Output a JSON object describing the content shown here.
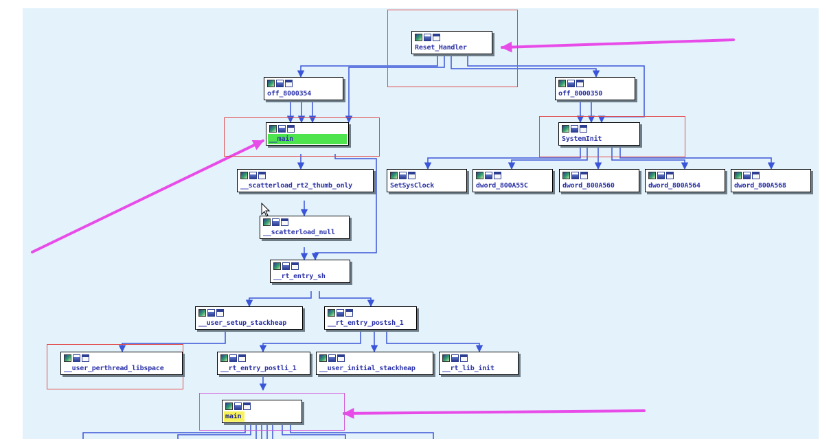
{
  "graph": {
    "nodes": {
      "reset_handler": "Reset_Handler",
      "off_8000354": "off_8000354",
      "off_8000350": "off_8000350",
      "main_init": "__main",
      "systeminit": "SystemInit",
      "setsysclock": "SetSysClock",
      "dword_800a55c": "dword_800A55C",
      "dword_800a560": "dword_800A560",
      "dword_800a564": "dword_800A564",
      "dword_800a568": "dword_800A568",
      "scatterload_rt2": "__scatterload_rt2_thumb_only",
      "scatterload_null": "__scatterload_null",
      "rt_entry_sh": "__rt_entry_sh",
      "user_setup_stackheap": "__user_setup_stackheap",
      "rt_entry_postsh_1": "__rt_entry_postsh_1",
      "user_perthread_libspace": "__user_perthread_libspace",
      "rt_entry_postli_1": "__rt_entry_postli_1",
      "user_initial_stackheap": "__user_initial_stackheap",
      "rt_lib_init": "__rt_lib_init",
      "main": "main"
    },
    "colors": {
      "background": "#e3f2fb",
      "edge": "#3a55d8",
      "entry_highlight": "#4ee44e",
      "current_highlight": "#f8f25a",
      "annotation_arrow": "#e84ce8",
      "annotation_box_red": "#e24a4a",
      "annotation_box_magenta": "#d35ad9"
    },
    "icons": [
      "graph-view-icon",
      "chart-icon",
      "proximity-icon"
    ]
  }
}
